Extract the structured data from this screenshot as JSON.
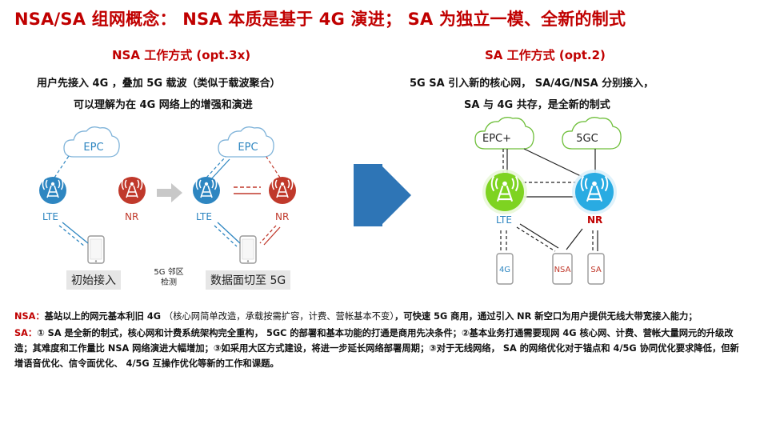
{
  "title": "NSA/SA 组网概念： NSA 本质是基于 4G 演进； SA 为独立一模、全新的制式",
  "nsa": {
    "heading": "NSA 工作方式 (opt.3x)",
    "desc_line1": "用户先接入 4G ，叠加 5G 载波（类似于载波聚合）",
    "desc_line2": "可以理解为在 4G 网络上的增强和演进",
    "cloud_label": "EPC",
    "lte_label": "LTE",
    "nr_label": "NR",
    "step1_label": "初始接入",
    "step_mid_line1": "5G 邻区",
    "step_mid_line2": "检测",
    "step2_label": "数据面切至 5G"
  },
  "sa": {
    "heading": "SA 工作方式 (opt.2)",
    "desc_line1": "5G SA 引入新的核心网， SA/4G/NSA 分别接入，",
    "desc_line2": "SA 与 4G 共存，是全新的制式",
    "cloud1_label": "EPC+",
    "cloud2_label": "5GC",
    "lte_label": "LTE",
    "nr_label": "NR",
    "phone1_label": "4G",
    "phone2_label": "NSA",
    "phone3_label": "SA"
  },
  "notes": {
    "nsa_key": "NSA：",
    "nsa_text_a": "基站以上的网元基本利旧 4G ",
    "nsa_text_note": "（核心网简单改造，承载按需扩容，计费、营帐基本不变）",
    "nsa_text_b": "，可快速 5G 商用，通过引入 NR 新空口为用户提供无线大带宽接入能力；",
    "sa_key": "SA：",
    "sa_text": "① SA 是全新的制式，核心网和计费系统架构完全重构， 5GC 的部署和基本功能的打通是商用先决条件；②基本业务打通需要现网 4G 核心网、计费、营帐大量网元的升级改造；其难度和工作量比 NSA 网络演进大幅增加；③如采用大区方式建设，将进一步延长网络部署周期；③对于无线网络， SA 的网络优化对于锚点和 4/5G 协同优化要求降低，但新增语音优化、信令面优化、 4/5G 互操作优化等新的工作和课题。"
  },
  "colors": {
    "title_red": "#c00000",
    "lte_blue": "#2e86c1",
    "nr_red": "#c0392b",
    "sa_green": "#7ed321",
    "arrow_blue": "#2e75b6"
  },
  "icons": [
    "cloud-icon",
    "antenna-icon",
    "phone-icon",
    "arrow-right-icon"
  ]
}
